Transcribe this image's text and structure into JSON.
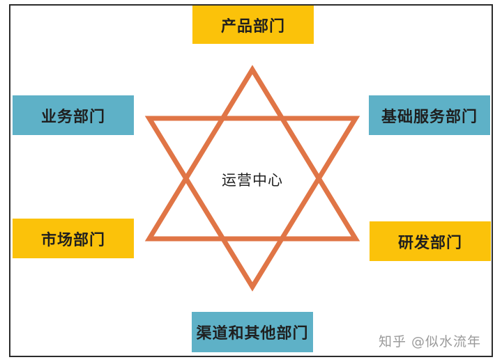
{
  "diagram": {
    "center": {
      "label": "运营中心"
    },
    "departments": {
      "top": {
        "label": "产品部门",
        "color": "#fbc20a"
      },
      "upper_left": {
        "label": "业务部门",
        "color": "#5eb1c7"
      },
      "upper_right": {
        "label": "基础服务部门",
        "color": "#5eb1c7"
      },
      "lower_left": {
        "label": "市场部门",
        "color": "#fbc20a"
      },
      "lower_right": {
        "label": "研发部门",
        "color": "#fbc20a"
      },
      "bottom": {
        "label": "渠道和其他部门",
        "color": "#5eb1c7"
      }
    },
    "star_color": "#e07546",
    "shape": "hexagram"
  },
  "watermark": {
    "text": "知乎 @似水流年"
  }
}
